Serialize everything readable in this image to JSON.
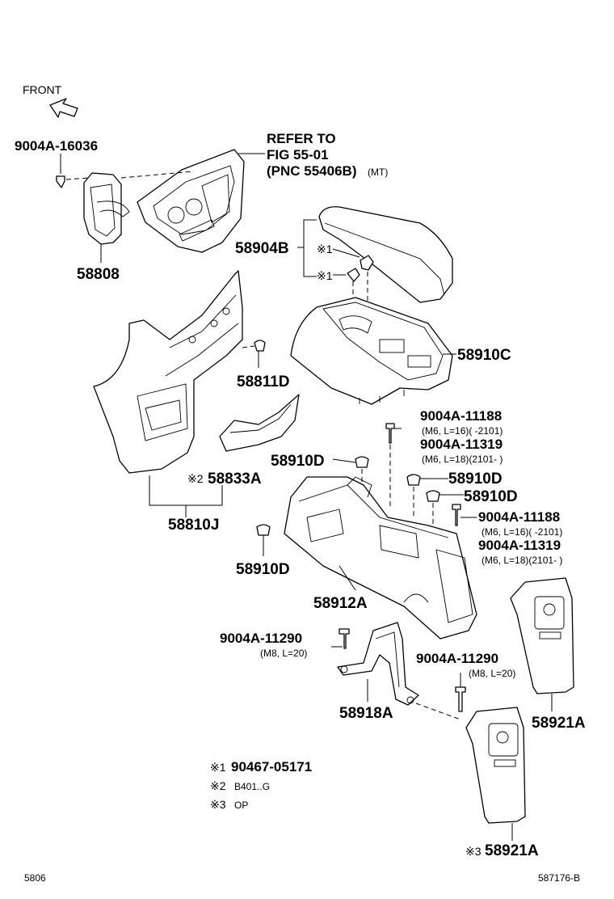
{
  "front_label": "FRONT",
  "refer": {
    "line1": "REFER TO",
    "line2": "FIG 55-01",
    "line3": "(PNC 55406B)",
    "line3_suffix": "(MT)"
  },
  "parts": {
    "p_9004A_16036": "9004A-16036",
    "p_58808": "58808",
    "p_58904B": "58904B",
    "p_note1a": "※1",
    "p_note1b": "※1",
    "p_58910C": "58910C",
    "p_58811D": "58811D",
    "p_58833A": "58833A",
    "p_58833A_note": "※2",
    "p_58810J": "58810J",
    "p_9004A_11188_a": "9004A-11188",
    "p_9004A_11188_a_spec": "(M6, L=16)(      -2101)",
    "p_9004A_11319_a": "9004A-11319",
    "p_9004A_11319_a_spec": "(M6, L=18)(2101-      )",
    "p_58910D_1": "58910D",
    "p_58910D_2": "58910D",
    "p_58910D_3": "58910D",
    "p_9004A_11188_b": "9004A-11188",
    "p_9004A_11188_b_spec": "(M6, L=16)(      -2101)",
    "p_9004A_11319_b": "9004A-11319",
    "p_9004A_11319_b_spec": "(M6, L=18)(2101-      )",
    "p_58910D_4": "58910D",
    "p_58912A": "58912A",
    "p_9004A_11290_a": "9004A-11290",
    "p_9004A_11290_a_spec": "(M8, L=20)",
    "p_9004A_11290_b": "9004A-11290",
    "p_9004A_11290_b_spec": "(M8, L=20)",
    "p_58918A": "58918A",
    "p_58921A_1": "58921A",
    "p_58921A_2": "58921A",
    "p_58921A_2_note": "※3"
  },
  "legend": [
    {
      "mark": "※1",
      "text": "90467-05171"
    },
    {
      "mark": "※2",
      "text": "B401..G"
    },
    {
      "mark": "※3",
      "text": "OP"
    }
  ],
  "footer": {
    "left": "5806",
    "right": "587176-B"
  }
}
